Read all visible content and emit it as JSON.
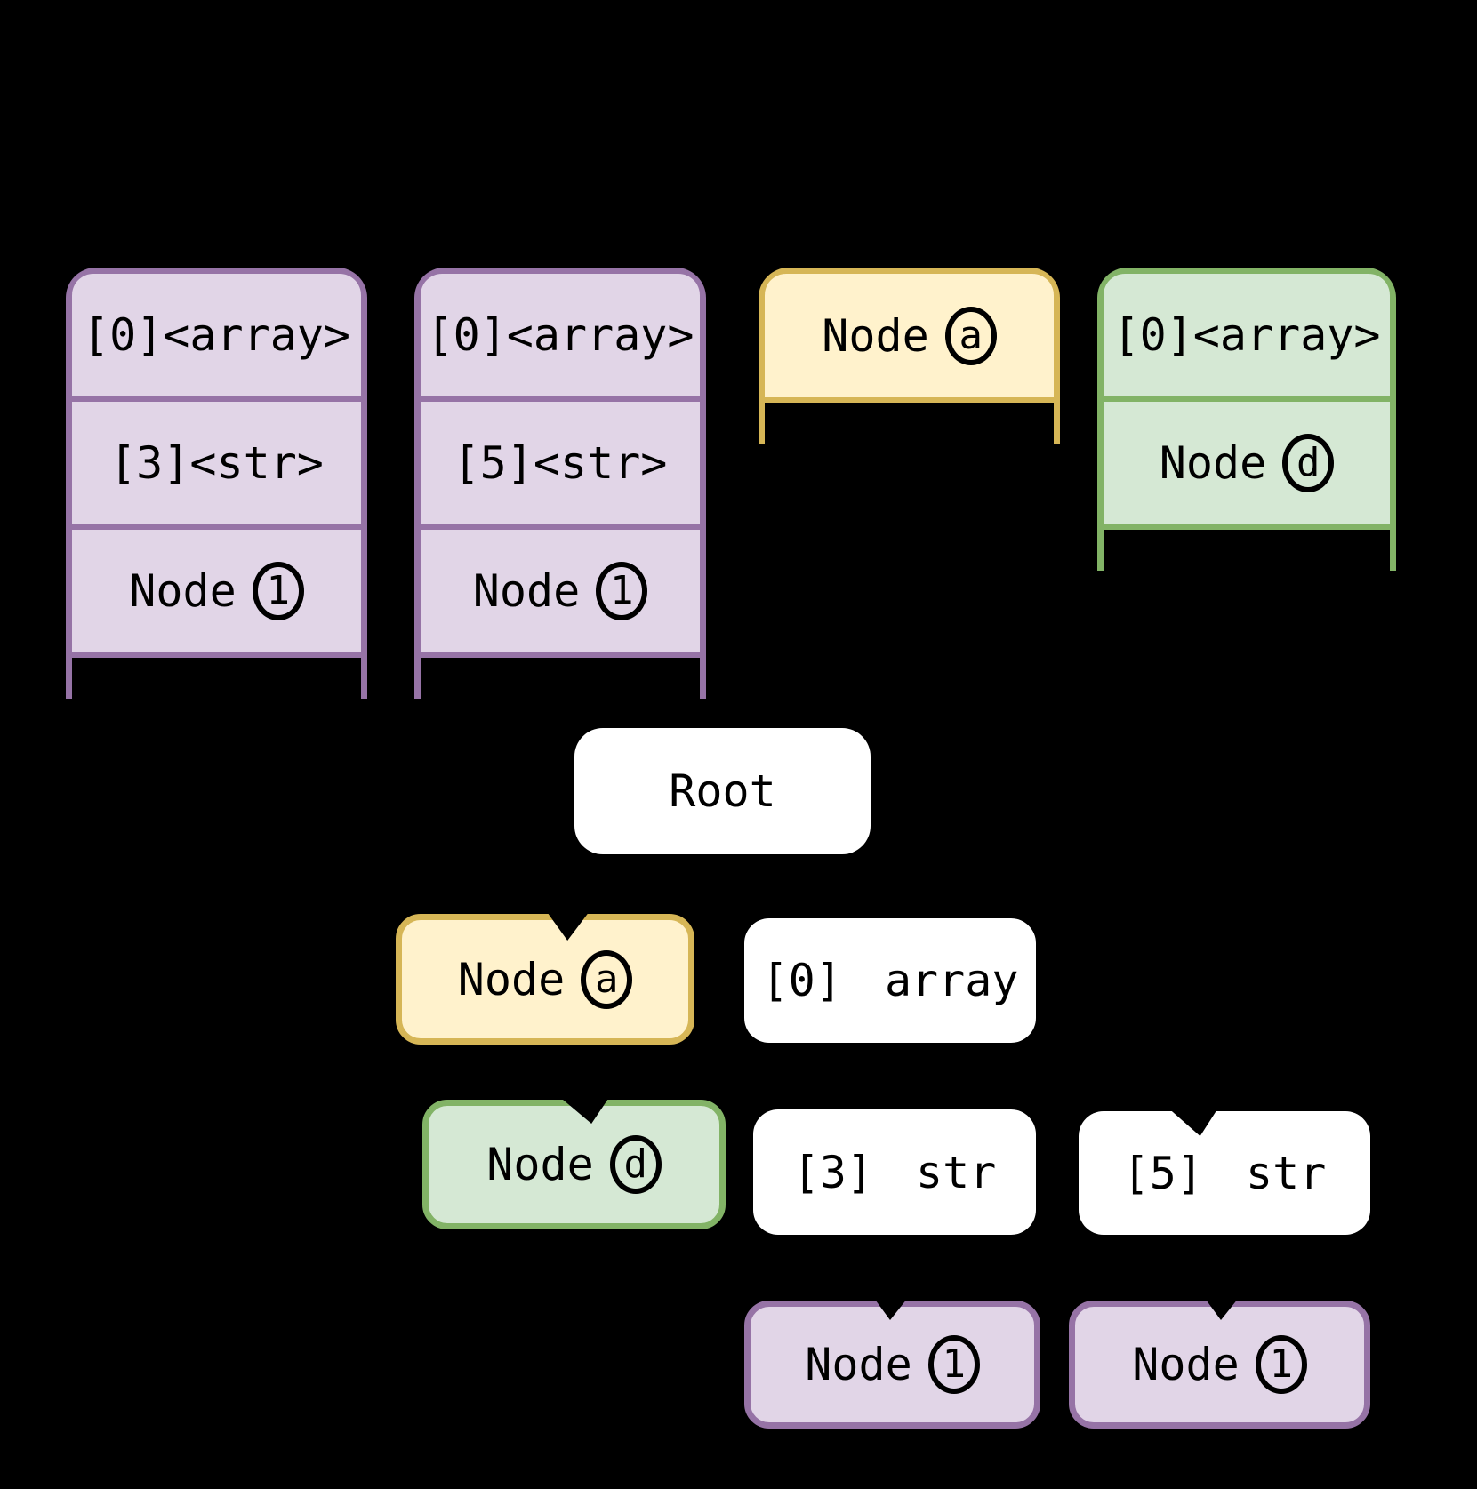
{
  "colors": {
    "background": "#000000",
    "purple_fill": "#E1D5E7",
    "purple_stroke": "#9673A6",
    "yellow_fill": "#FFF2CC",
    "yellow_stroke": "#D6B656",
    "green_fill": "#D5E8D4",
    "green_stroke": "#82B366",
    "white_fill": "#FFFFFF",
    "text": "#000000"
  },
  "stacks": [
    {
      "cells": [
        {
          "text": "[0]<array>"
        },
        {
          "text": "[3]<str>"
        },
        {
          "text": "Node",
          "badge": "1"
        }
      ]
    },
    {
      "cells": [
        {
          "text": "[0]<array>"
        },
        {
          "text": "[5]<str>"
        },
        {
          "text": "Node",
          "badge": "1"
        }
      ]
    },
    {
      "cells": [
        {
          "text": "Node",
          "badge": "a"
        }
      ]
    },
    {
      "cells": [
        {
          "text": "[0]<array>"
        },
        {
          "text": "Node",
          "badge": "d"
        }
      ]
    }
  ],
  "tree": {
    "root": {
      "label": "Root"
    },
    "node_a": {
      "label": "Node",
      "badge": "a"
    },
    "array_0": {
      "label": "[0] array"
    },
    "node_d": {
      "label": "Node",
      "badge": "d"
    },
    "str_3": {
      "label": "[3] str"
    },
    "str_5": {
      "label": "[5] str"
    },
    "node_1_left": {
      "label": "Node",
      "badge": "1"
    },
    "node_1_right": {
      "label": "Node",
      "badge": "1"
    }
  }
}
